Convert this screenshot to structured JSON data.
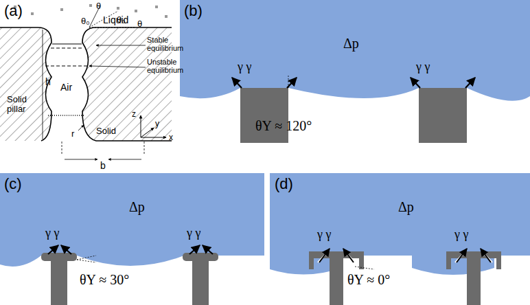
{
  "diagram": {
    "labels": [
      "(a)",
      "Liquid",
      "θ",
      "θ₀",
      "θ₀",
      "θ",
      "Stable equilibrium",
      "Unstable equilibrium",
      "h",
      "Solid pillar",
      "Air",
      "r",
      "Solid",
      "b",
      "z",
      "y",
      "x",
      "(b)",
      "Δp",
      "γ γ",
      "γ γ",
      "θY ≈ 120°",
      "(c)",
      "Δp",
      "γ γ",
      "γ γ",
      "θY ≈ 30°",
      "(d)",
      "Δp",
      "γ γ",
      "γ γ",
      "θY ≈ 0°"
    ]
  }
}
